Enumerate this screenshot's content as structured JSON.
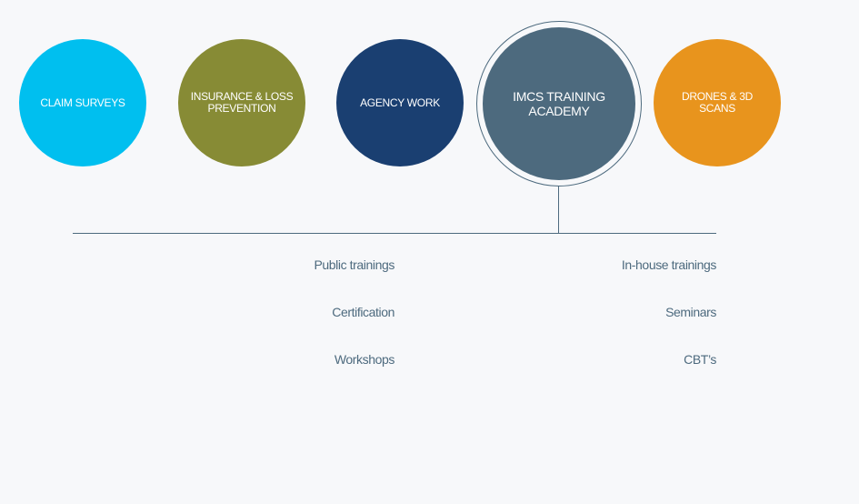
{
  "services": [
    {
      "label": "CLAIM SURVEYS",
      "color": "#00bfef"
    },
    {
      "label": "INSURANCE & LOSS PREVENTION",
      "color": "#878b35"
    },
    {
      "label": "AGENCY WORK",
      "color": "#1a3f71"
    },
    {
      "label": "IMCS TRAINING ACADEMY",
      "color": "#4d6a7e",
      "active": true
    },
    {
      "label": "DRONES & 3D SCANS",
      "color": "#e8941d"
    }
  ],
  "training": {
    "left": [
      "Public trainings",
      "Certification",
      "Workshops"
    ],
    "right": [
      "In-house trainings",
      "Seminars",
      "CBT’s"
    ],
    "text_color": "#4d6a7e",
    "line_color": "#4d6a7e"
  }
}
